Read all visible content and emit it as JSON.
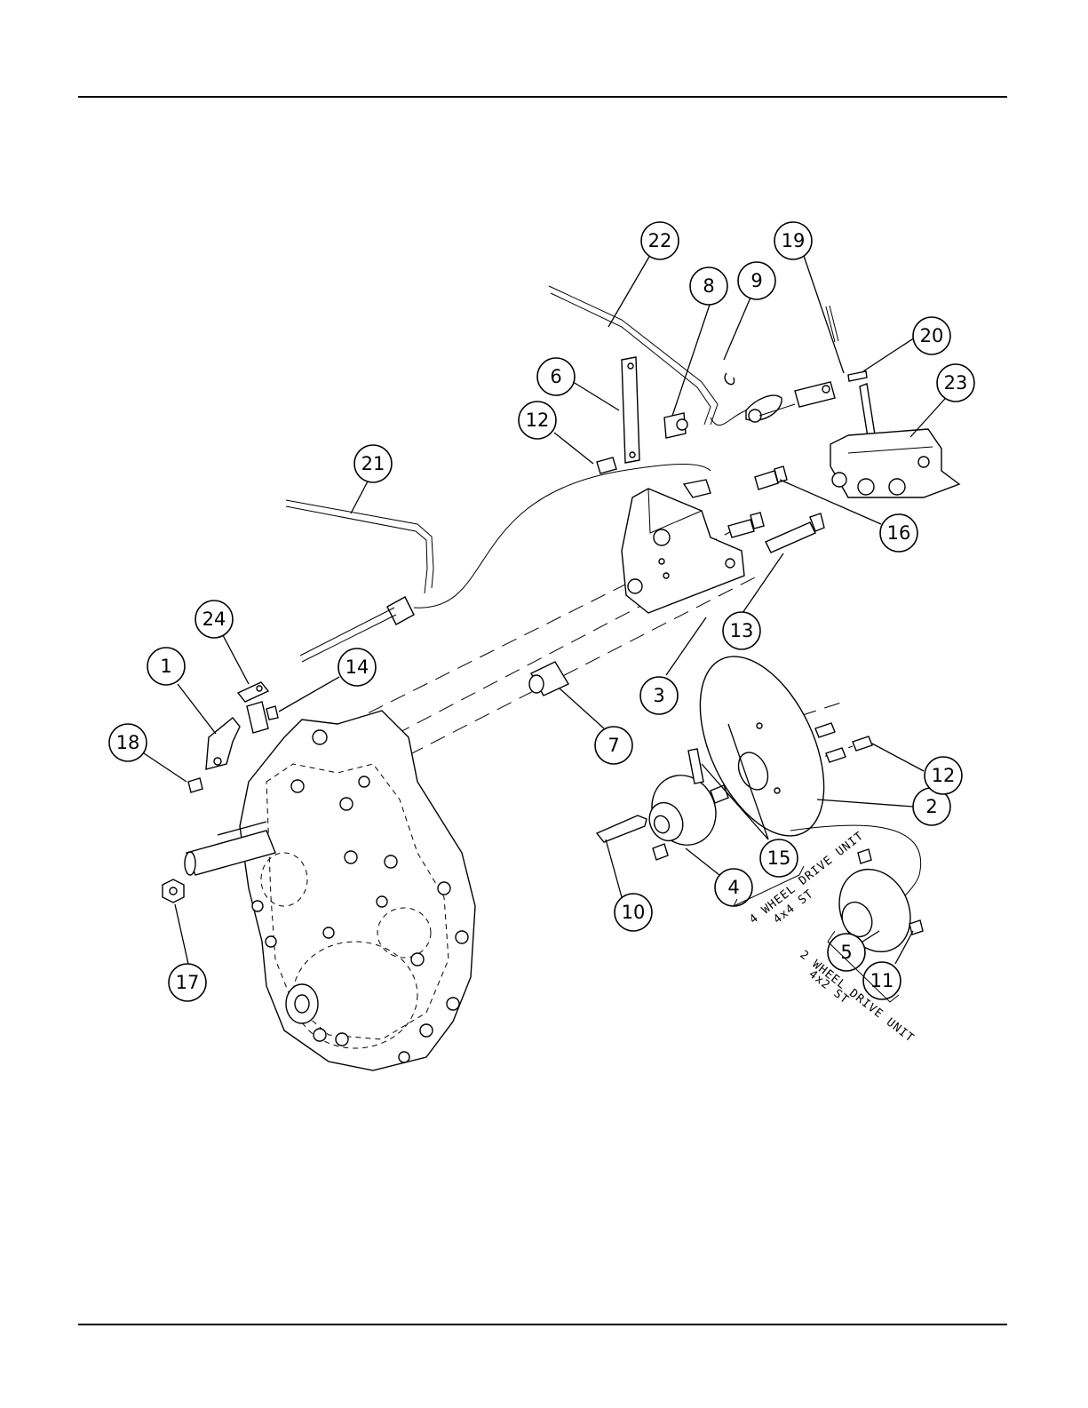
{
  "callouts": [
    {
      "id": "1",
      "label": "1"
    },
    {
      "id": "2",
      "label": "2"
    },
    {
      "id": "3",
      "label": "3"
    },
    {
      "id": "4",
      "label": "4"
    },
    {
      "id": "5",
      "label": "5"
    },
    {
      "id": "6",
      "label": "6"
    },
    {
      "id": "7",
      "label": "7"
    },
    {
      "id": "8",
      "label": "8"
    },
    {
      "id": "9",
      "label": "9"
    },
    {
      "id": "10",
      "label": "10"
    },
    {
      "id": "11",
      "label": "11"
    },
    {
      "id": "12a",
      "label": "12"
    },
    {
      "id": "12b",
      "label": "12"
    },
    {
      "id": "13",
      "label": "13"
    },
    {
      "id": "14",
      "label": "14"
    },
    {
      "id": "15",
      "label": "15"
    },
    {
      "id": "16",
      "label": "16"
    },
    {
      "id": "17",
      "label": "17"
    },
    {
      "id": "18",
      "label": "18"
    },
    {
      "id": "19",
      "label": "19"
    },
    {
      "id": "20",
      "label": "20"
    },
    {
      "id": "21",
      "label": "21"
    },
    {
      "id": "22",
      "label": "22"
    },
    {
      "id": "23",
      "label": "23"
    },
    {
      "id": "24",
      "label": "24"
    }
  ],
  "notes": {
    "four_wheel": {
      "line1": "4 WHEEL DRIVE UNIT",
      "line2": "4x4 ST"
    },
    "two_wheel": {
      "line1": "2 WHEEL DRIVE UNIT",
      "line2": "4x2 ST"
    }
  }
}
